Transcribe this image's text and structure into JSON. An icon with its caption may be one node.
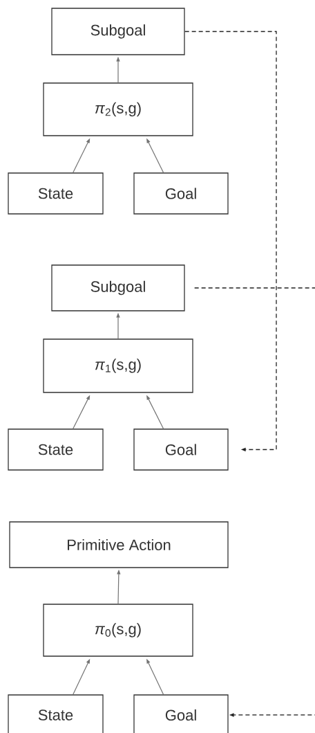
{
  "diagram": {
    "nodes": [
      {
        "text": [
          "Subgoal"
        ]
      },
      {
        "text": [
          "*π*$_{2}$(s,g)"
        ]
      },
      {
        "text": [
          "State"
        ]
      },
      {
        "text": [
          "Goal"
        ]
      },
      {
        "text": [
          "Subgoal"
        ]
      },
      {
        "text": [
          "*π*$_{1}$(s,g)"
        ]
      },
      {
        "text": [
          "State"
        ]
      },
      {
        "text": [
          "Goal"
        ]
      },
      {
        "text": [
          "Primitive Action"
        ]
      },
      {
        "text": [
          "*π*$_{0}$(s,g)"
        ]
      },
      {
        "text": [
          "State"
        ]
      },
      {
        "text": [
          "Goal"
        ]
      }
    ],
    "edges": [
      {
        "from": 1,
        "to": 0,
        "arrow": "to"
      },
      {
        "from": 2,
        "to": 1,
        "arrow": "to"
      },
      {
        "from": 3,
        "to": 1,
        "arrow": "to"
      },
      {
        "from": 5,
        "to": 4,
        "arrow": "to"
      },
      {
        "from": 6,
        "to": 5,
        "arrow": "to"
      },
      {
        "from": 7,
        "to": 5,
        "arrow": "to"
      },
      {
        "from": 9,
        "to": 8,
        "arrow": "to"
      },
      {
        "from": 10,
        "to": 9,
        "arrow": "to"
      },
      {
        "from": 11,
        "to": 9,
        "arrow": "to"
      },
      {
        "from": 0,
        "to": 7,
        "arrow": "to",
        "style": "dashed",
        "color": "#222222"
      },
      {
        "from": 4,
        "to": 11,
        "arrow": "to",
        "style": "dashed",
        "color": "#222222"
      }
    ]
  }
}
